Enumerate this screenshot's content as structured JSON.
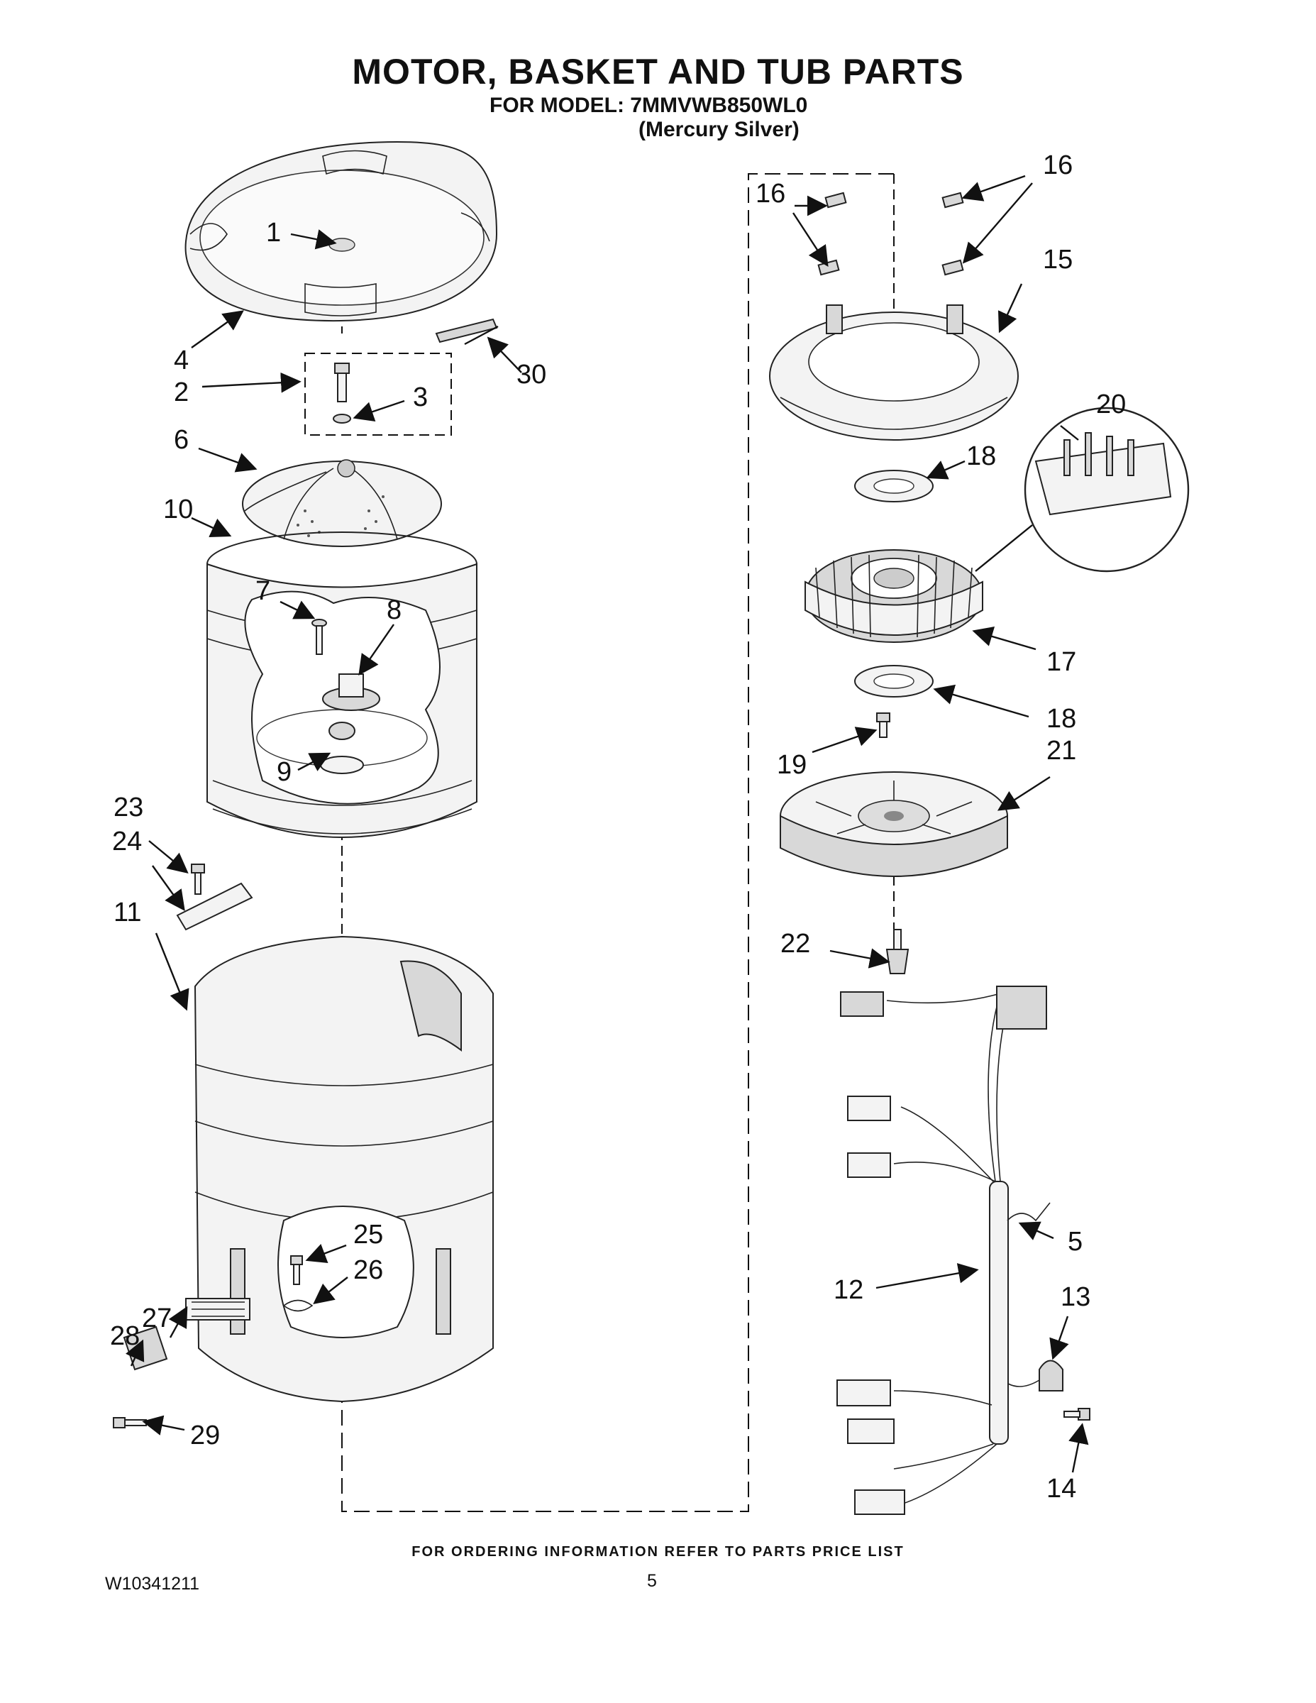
{
  "header": {
    "title": "MOTOR, BASKET AND TUB PARTS",
    "model": "FOR MODEL: 7MMVWB850WL0",
    "model_color": "(Mercury Silver)"
  },
  "callouts": {
    "c1": "1",
    "c2": "2",
    "c3": "3",
    "c4": "4",
    "c5": "5",
    "c6": "6",
    "c7": "7",
    "c8": "8",
    "c9": "9",
    "c10": "10",
    "c11": "11",
    "c12": "12",
    "c13": "13",
    "c14": "14",
    "c15": "15",
    "c16a": "16",
    "c16b": "16",
    "c17": "17",
    "c18a": "18",
    "c18b": "18",
    "c19": "19",
    "c20": "20",
    "c21": "21",
    "c22": "22",
    "c23": "23",
    "c24": "24",
    "c25": "25",
    "c26": "26",
    "c27": "27",
    "c28": "28",
    "c29": "29",
    "c30": "30"
  },
  "footer": {
    "ordering_note": "FOR ORDERING INFORMATION REFER TO PARTS PRICE LIST",
    "document_number": "W10341211",
    "page_number": "5"
  }
}
